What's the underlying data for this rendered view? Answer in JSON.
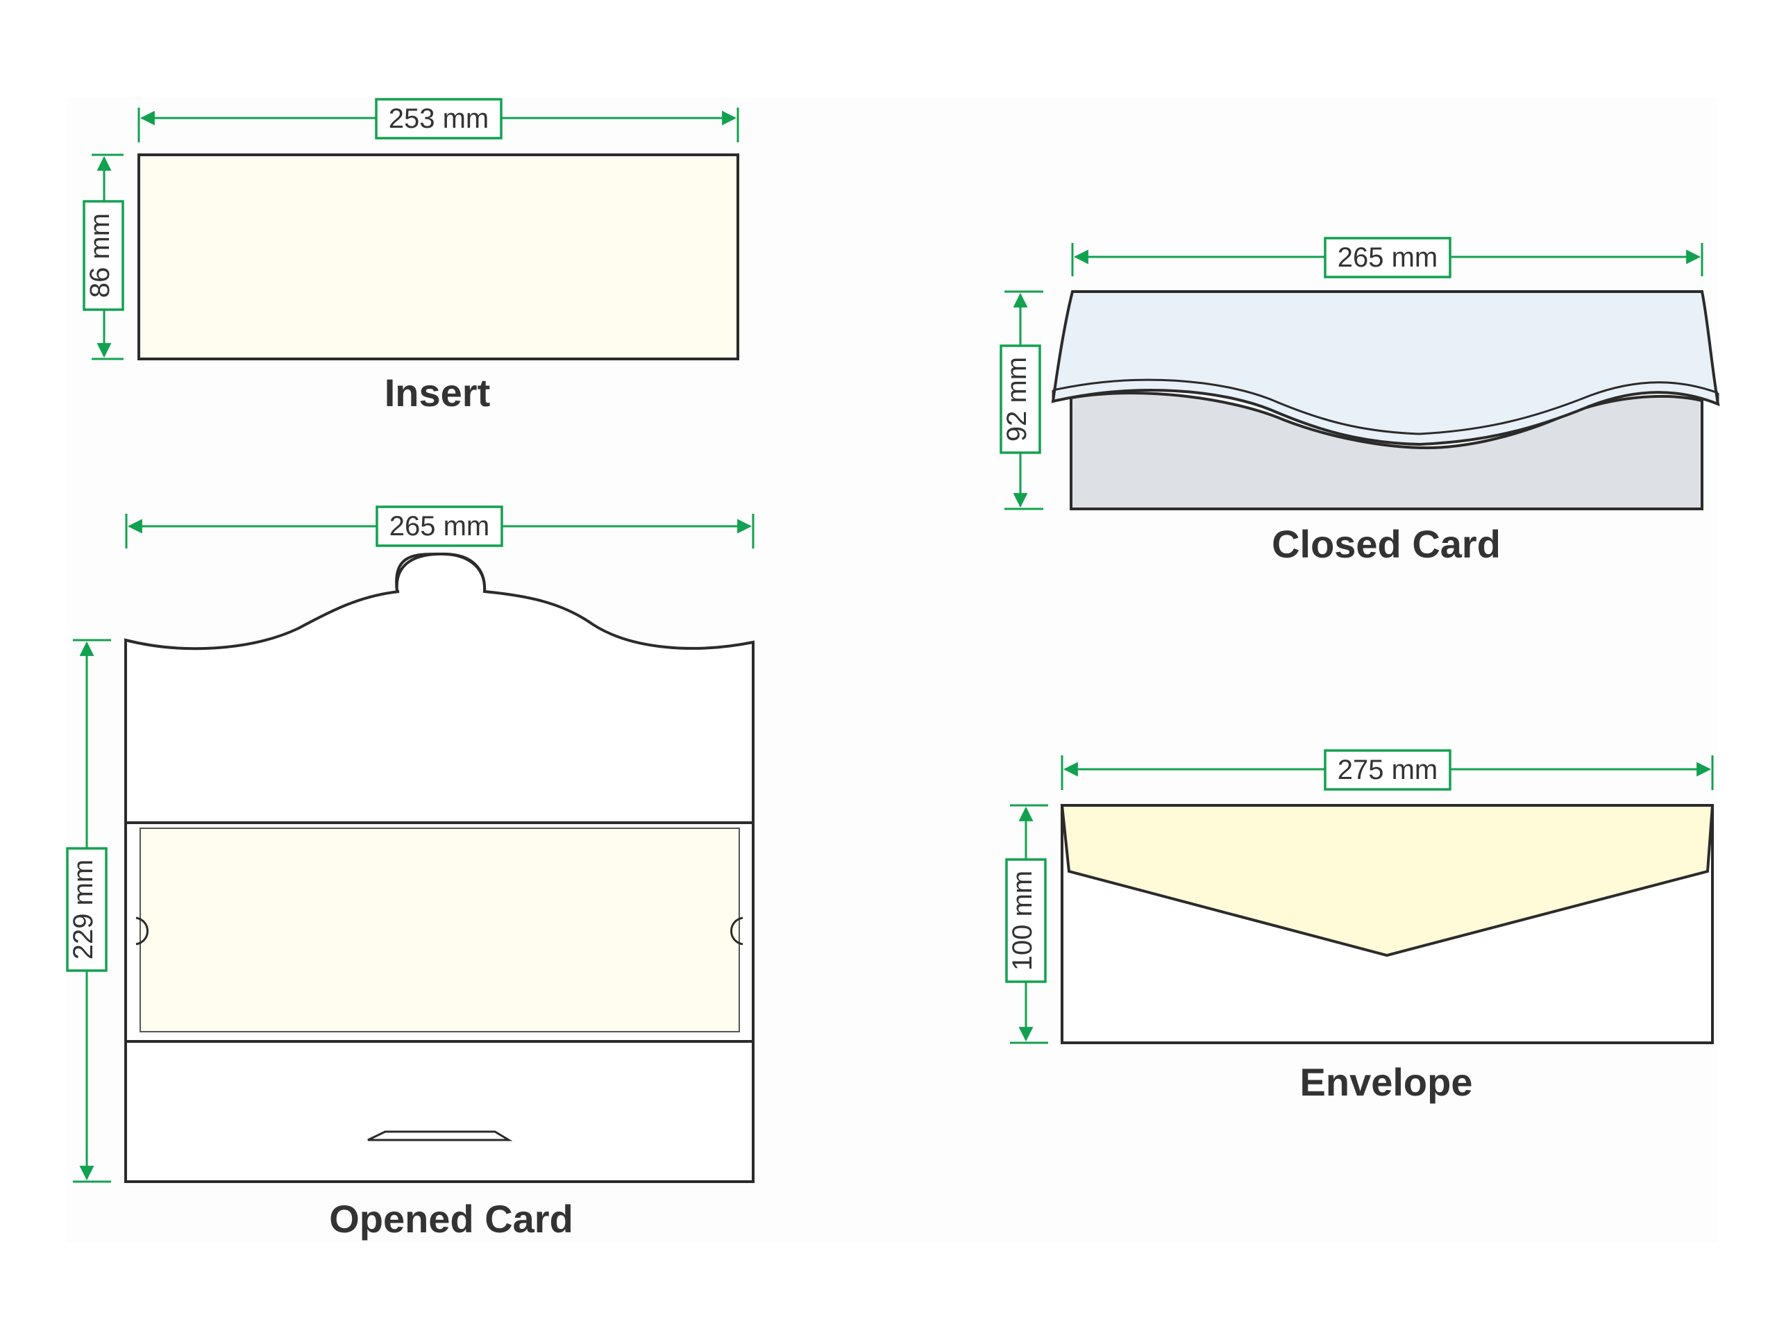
{
  "colors": {
    "dimension": "#12a150",
    "outline": "#2b2b2b",
    "insert_fill": "#fffdf0",
    "closed_flap_fill": "#e8f0f8",
    "closed_body_fill": "#dde1e6",
    "envelope_flap_fill": "#fffbd8",
    "text": "#333333"
  },
  "insert": {
    "title": "Insert",
    "width_label": "253 mm",
    "height_label": "86 mm"
  },
  "opened_card": {
    "title": "Opened Card",
    "width_label": "265 mm",
    "height_label": "229 mm"
  },
  "closed_card": {
    "title": "Closed Card",
    "width_label": "265 mm",
    "height_label": "92 mm"
  },
  "envelope": {
    "title": "Envelope",
    "width_label": "275 mm",
    "height_label": "100 mm"
  }
}
